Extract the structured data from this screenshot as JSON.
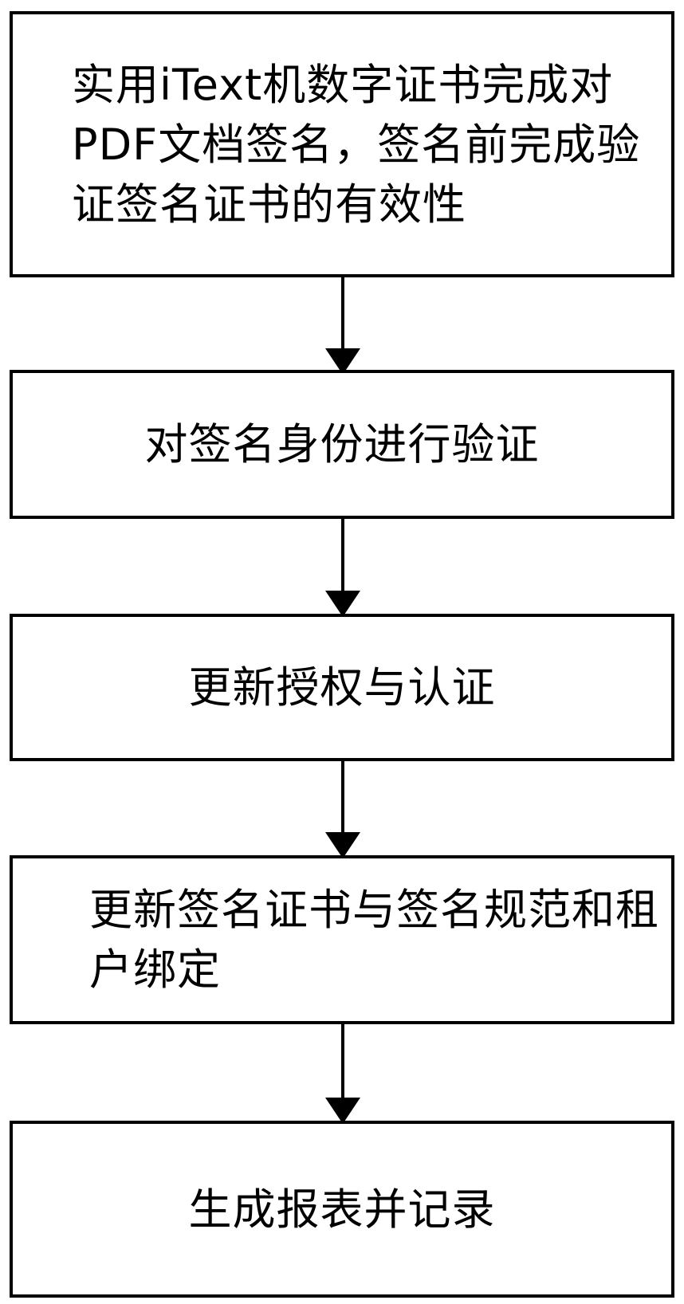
{
  "flowchart": {
    "type": "vertical-flow",
    "colors": {
      "line": "#000000",
      "box_fill": "#ffffff",
      "text": "#000000",
      "background": "#ffffff"
    },
    "steps": [
      {
        "id": 1,
        "label": "实用iText机数字证书完成对\nPDF文档签名，签名前完成验\n证签名证书的有效性"
      },
      {
        "id": 2,
        "label": "对签名身份进行验证"
      },
      {
        "id": 3,
        "label": "更新授权与认证"
      },
      {
        "id": 4,
        "label": "更新签名证书与签名规范和租\n户绑定"
      },
      {
        "id": 5,
        "label": "生成报表并记录"
      }
    ],
    "connections": [
      {
        "from": 1,
        "to": 2
      },
      {
        "from": 2,
        "to": 3
      },
      {
        "from": 3,
        "to": 4
      },
      {
        "from": 4,
        "to": 5
      }
    ]
  }
}
